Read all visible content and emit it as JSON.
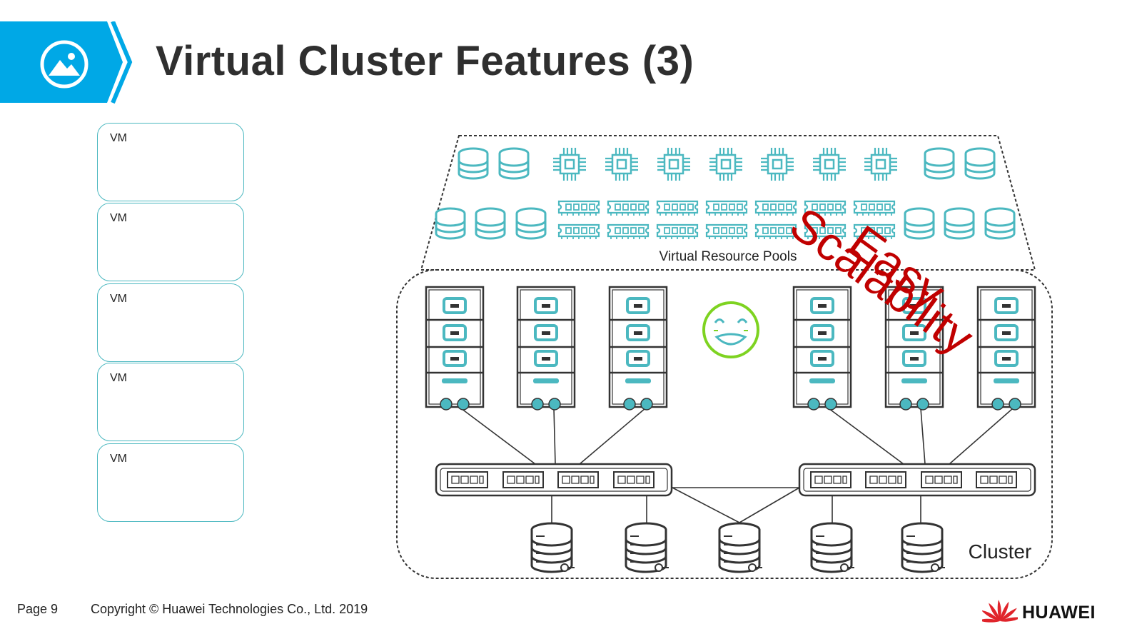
{
  "header": {
    "title": "Virtual Cluster Features (3)",
    "icon": "image-icon",
    "accent_color": "#00a8e6"
  },
  "vms": [
    {
      "label": "VM"
    },
    {
      "label": "VM"
    },
    {
      "label": "VM"
    },
    {
      "label": "VM"
    },
    {
      "label": "VM"
    }
  ],
  "diagram": {
    "pool_label": "Virtual Resource Pools",
    "cluster_label": "Cluster",
    "callout_line1": "Easy",
    "callout_line2": "Scalability",
    "callout_color": "#c00000",
    "resource_color": "#4bb8c0",
    "face_color": "#7ed321",
    "face_icon": "happy-face-icon"
  },
  "footer": {
    "page": "Page 9",
    "copyright": "Copyright © Huawei Technologies Co., Ltd. 2019",
    "brand": "HUAWEI",
    "brand_color": "#e0242b"
  }
}
